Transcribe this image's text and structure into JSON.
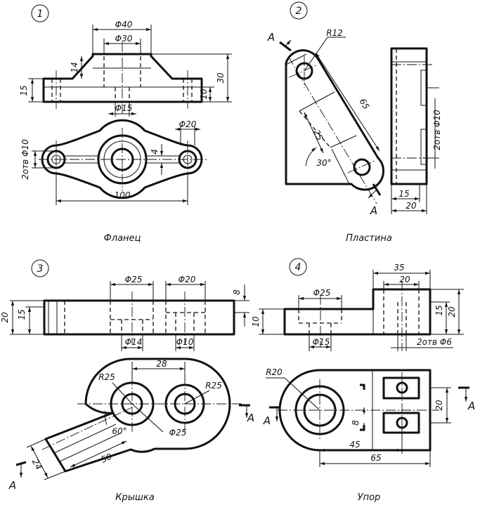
{
  "parts": [
    {
      "number": "1",
      "caption": "Фланец",
      "dims": {
        "d40": "Φ40",
        "d30": "Φ30",
        "d15": "Φ15",
        "d20": "Φ20",
        "h14": "14",
        "h15": "15",
        "h10": "10",
        "h30": "30",
        "holes": "2отв Φ10",
        "w4": "4",
        "len100": "100"
      }
    },
    {
      "number": "2",
      "caption": "Пластина",
      "dims": {
        "r12": "R12",
        "l65": "65",
        "l25": "25",
        "a30": "30°",
        "holes": "2отв Φ10",
        "w15": "15",
        "w20": "20",
        "secA1": "A",
        "secA2": "A"
      }
    },
    {
      "number": "3",
      "caption": "Крышка",
      "dims": {
        "d25": "Φ25",
        "d20": "Φ20",
        "h8": "8",
        "h20": "20",
        "h15": "15",
        "d14": "Φ14",
        "d10": "Φ10",
        "l28": "28",
        "r25a": "R25",
        "r25b": "R25",
        "a60": "60°",
        "d25b": "Φ25",
        "l50": "50",
        "w24": "24",
        "secA1": "A",
        "secA2": "A"
      }
    },
    {
      "number": "4",
      "caption": "Упор",
      "dims": {
        "d25": "Φ25",
        "l35": "35",
        "l20": "20",
        "h10": "10",
        "h15": "15",
        "h20": "20",
        "d15": "Φ15",
        "holes": "2отв Φ6",
        "r20": "R20",
        "w20": "20",
        "h8": "8",
        "l45": "45",
        "l65": "65",
        "secA1": "A",
        "secA2": "A"
      }
    }
  ]
}
